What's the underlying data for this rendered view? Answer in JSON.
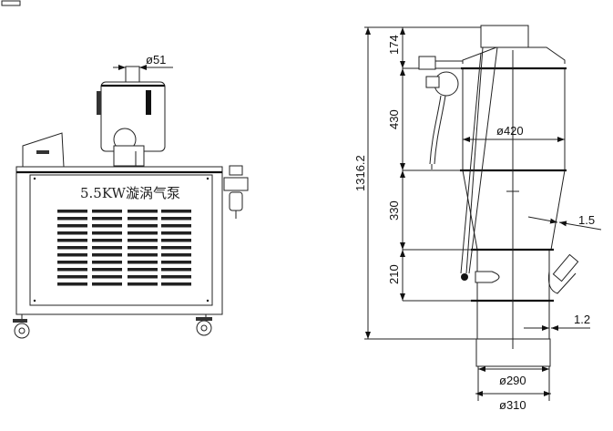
{
  "left_view": {
    "pipe_diameter": "ø51",
    "pump_label": "5.5KW漩涡气泵"
  },
  "right_view": {
    "total_height": "1316.2",
    "heights": [
      "174",
      "430",
      "330",
      "210"
    ],
    "body_diameter": "ø420",
    "cone_thickness": "1.5",
    "wall_thickness": "1.2",
    "inner_outlet_diameter": "ø290",
    "outer_outlet_diameter": "ø310"
  }
}
